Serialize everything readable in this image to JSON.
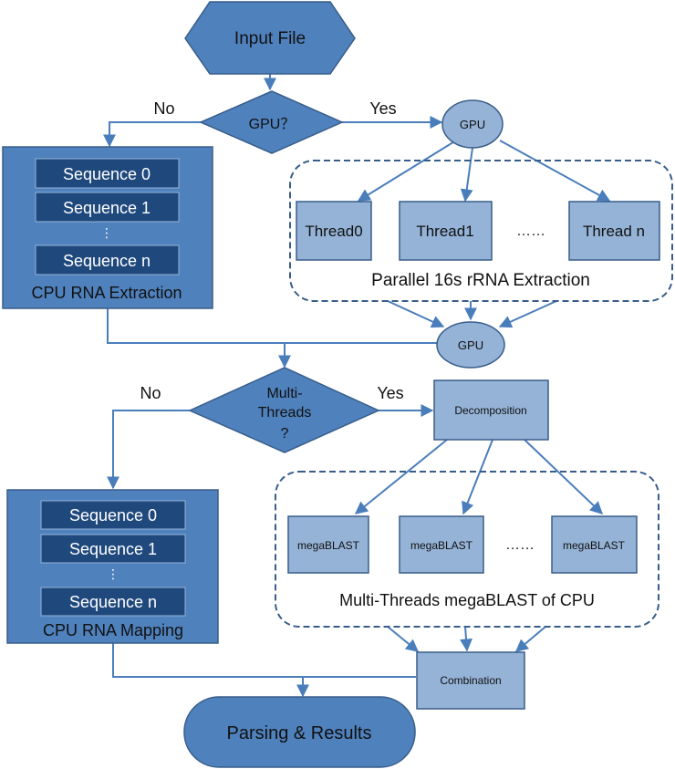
{
  "input": "Input File",
  "decision_gpu": "GPU？",
  "no_1": "No",
  "yes_1": "Yes",
  "gpu_top": "GPU",
  "gpu_mid": "GPU",
  "cpu_extraction": {
    "seq0": "Sequence 0",
    "seq1": "Sequence 1",
    "dots": "⋮",
    "seqn": "Sequence n",
    "label": "CPU RNA Extraction"
  },
  "threads": {
    "t0": "Thread0",
    "t1": "Thread1",
    "ellipsis": "……",
    "tn": "Thread n",
    "label": "Parallel 16s rRNA Extraction"
  },
  "decision_multi": {
    "line1": "Multi-",
    "line2": "Threads",
    "line3": "?"
  },
  "no_2": "No",
  "yes_2": "Yes",
  "decomposition": "Decomposition",
  "cpu_mapping": {
    "seq0": "Sequence 0",
    "seq1": "Sequence 1",
    "dots": "⋮",
    "seqn": "Sequence n",
    "label": "CPU RNA Mapping"
  },
  "blast": {
    "b0": "megaBLAST",
    "b1": "megaBLAST",
    "ellipsis": "……",
    "bn": "megaBLAST",
    "label": "Multi-Threads megaBLAST of CPU"
  },
  "combination": "Combination",
  "results": "Parsing & Results",
  "colors": {
    "dark_fill": "#4f81bd",
    "light_fill": "#95b3d7",
    "seq_fill": "#1f497d",
    "stroke": "#385d8a",
    "arrow": "#4a7ebb"
  }
}
